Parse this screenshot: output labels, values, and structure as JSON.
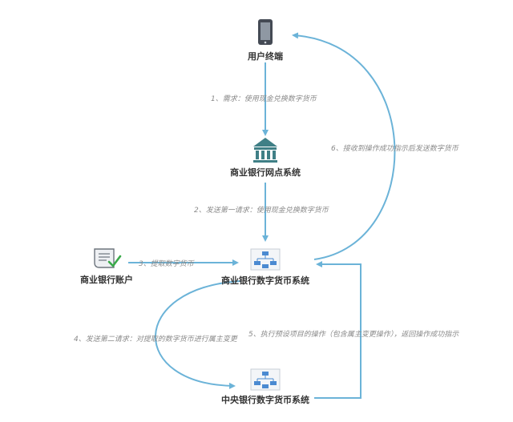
{
  "colors": {
    "arrow": "#6bb3d8",
    "text": "#333333",
    "label": "#8a8a8a",
    "bank": "#3f7f86",
    "node_icon": "#4b8ad1",
    "check": "#3aaa4a"
  },
  "nodes": {
    "user_terminal": {
      "label": "用户终端",
      "icon": "smartphone-icon"
    },
    "branch_system": {
      "label": "商业银行网点系统",
      "icon": "bank-building-icon"
    },
    "bank_account": {
      "label": "商业银行账户",
      "icon": "document-check-icon"
    },
    "commercial_dc_system": {
      "label": "商业银行数字货币系统",
      "icon": "flowchart-icon"
    },
    "central_dc_system": {
      "label": "中央银行数字货币系统",
      "icon": "flowchart-icon"
    }
  },
  "edges": {
    "step1": "1、需求：使用现金兑换数字货币",
    "step2": "2、发送第一请求：使用现金兑换数字货币",
    "step3": "3、提取数字货币",
    "step4": "4、发送第二请求：对提取的数字货币进行属主变更",
    "step5": "5、执行预设项目的操作（包含属主变更操作），返回操作成功指示",
    "step6": "6、接收到操作成功指示后发送数字货币"
  }
}
